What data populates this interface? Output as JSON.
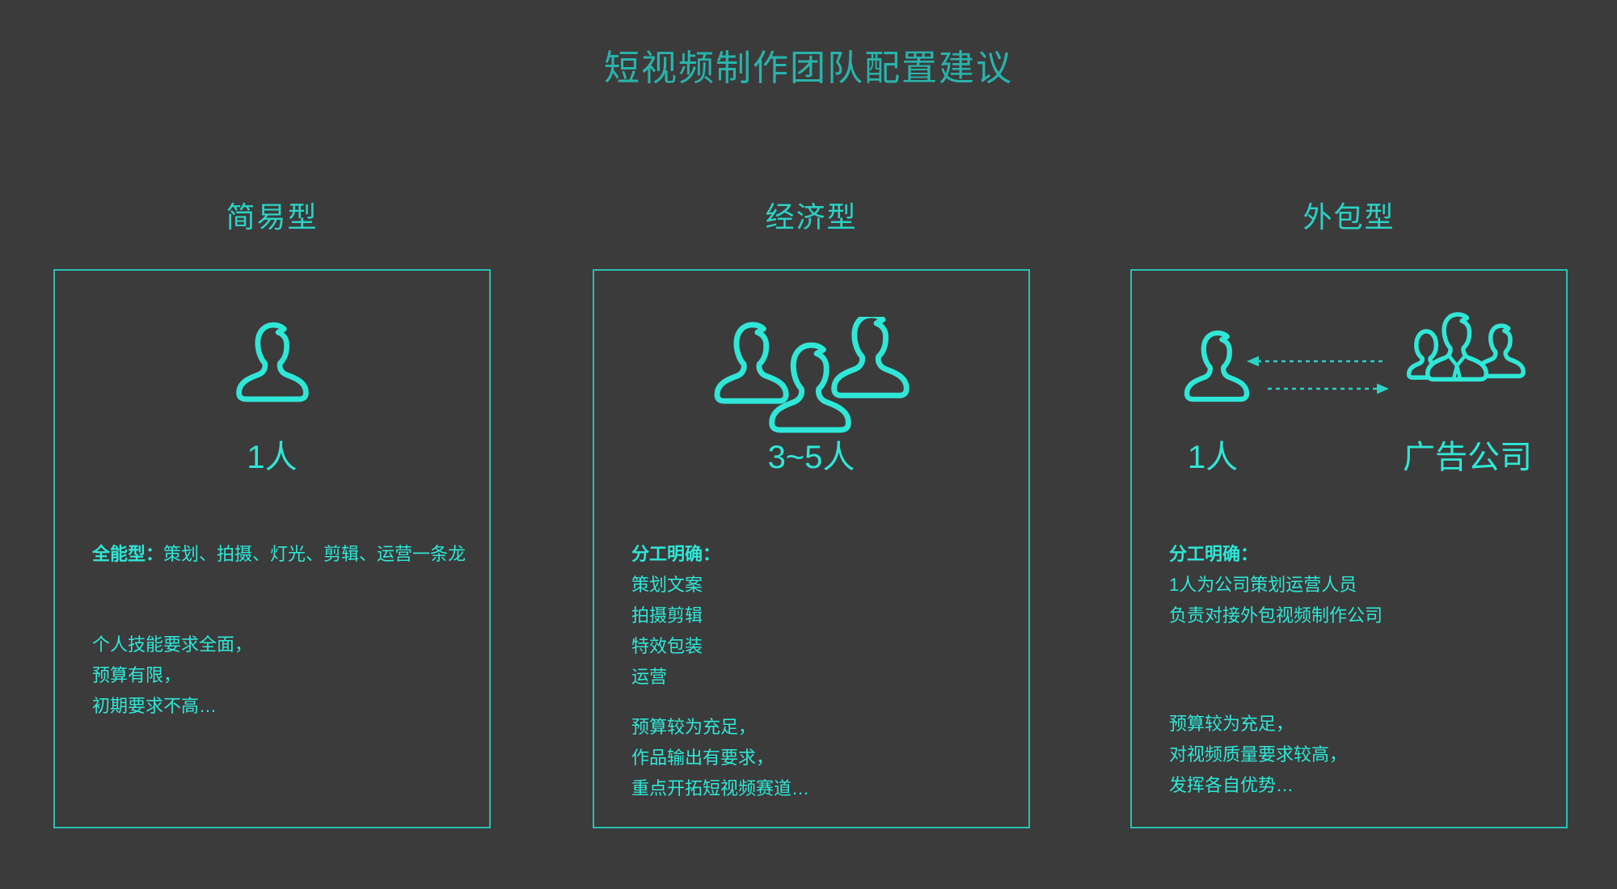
{
  "title": "短视频制作团队配置建议",
  "colors": {
    "background": "#3b3b3b",
    "accent_bright": "#2fe7d7",
    "accent_title": "#29b3ab",
    "accent_header": "#2bd2c5",
    "accent_border": "#2abfb3"
  },
  "cards": [
    {
      "header": "简易型",
      "icon": "single-user-icon",
      "count": "1人",
      "lead_bold": "全能型：",
      "lead_rest": "策划、拍摄、灯光、剪辑、运营一条龙",
      "notes": [
        "个人技能要求全面，",
        "预算有限，",
        "初期要求不高…"
      ]
    },
    {
      "header": "经济型",
      "icon": "three-users-icon",
      "count": "3~5人",
      "duty_bold": "分工明确：",
      "duties": [
        "策划文案",
        "拍摄剪辑",
        "特效包装",
        "运营"
      ],
      "notes": [
        "预算较为充足，",
        "作品输出有要求，",
        "重点开拓短视频赛道…"
      ]
    },
    {
      "header": "外包型",
      "icon": "user-exchange-agency-icon",
      "count_left": "1人",
      "count_right": "广告公司",
      "duty_bold": "分工明确：",
      "duties": [
        "1人为公司策划运营人员",
        "负责对接外包视频制作公司"
      ],
      "notes": [
        "预算较为充足，",
        "对视频质量要求较高，",
        "发挥各自优势…"
      ]
    }
  ]
}
